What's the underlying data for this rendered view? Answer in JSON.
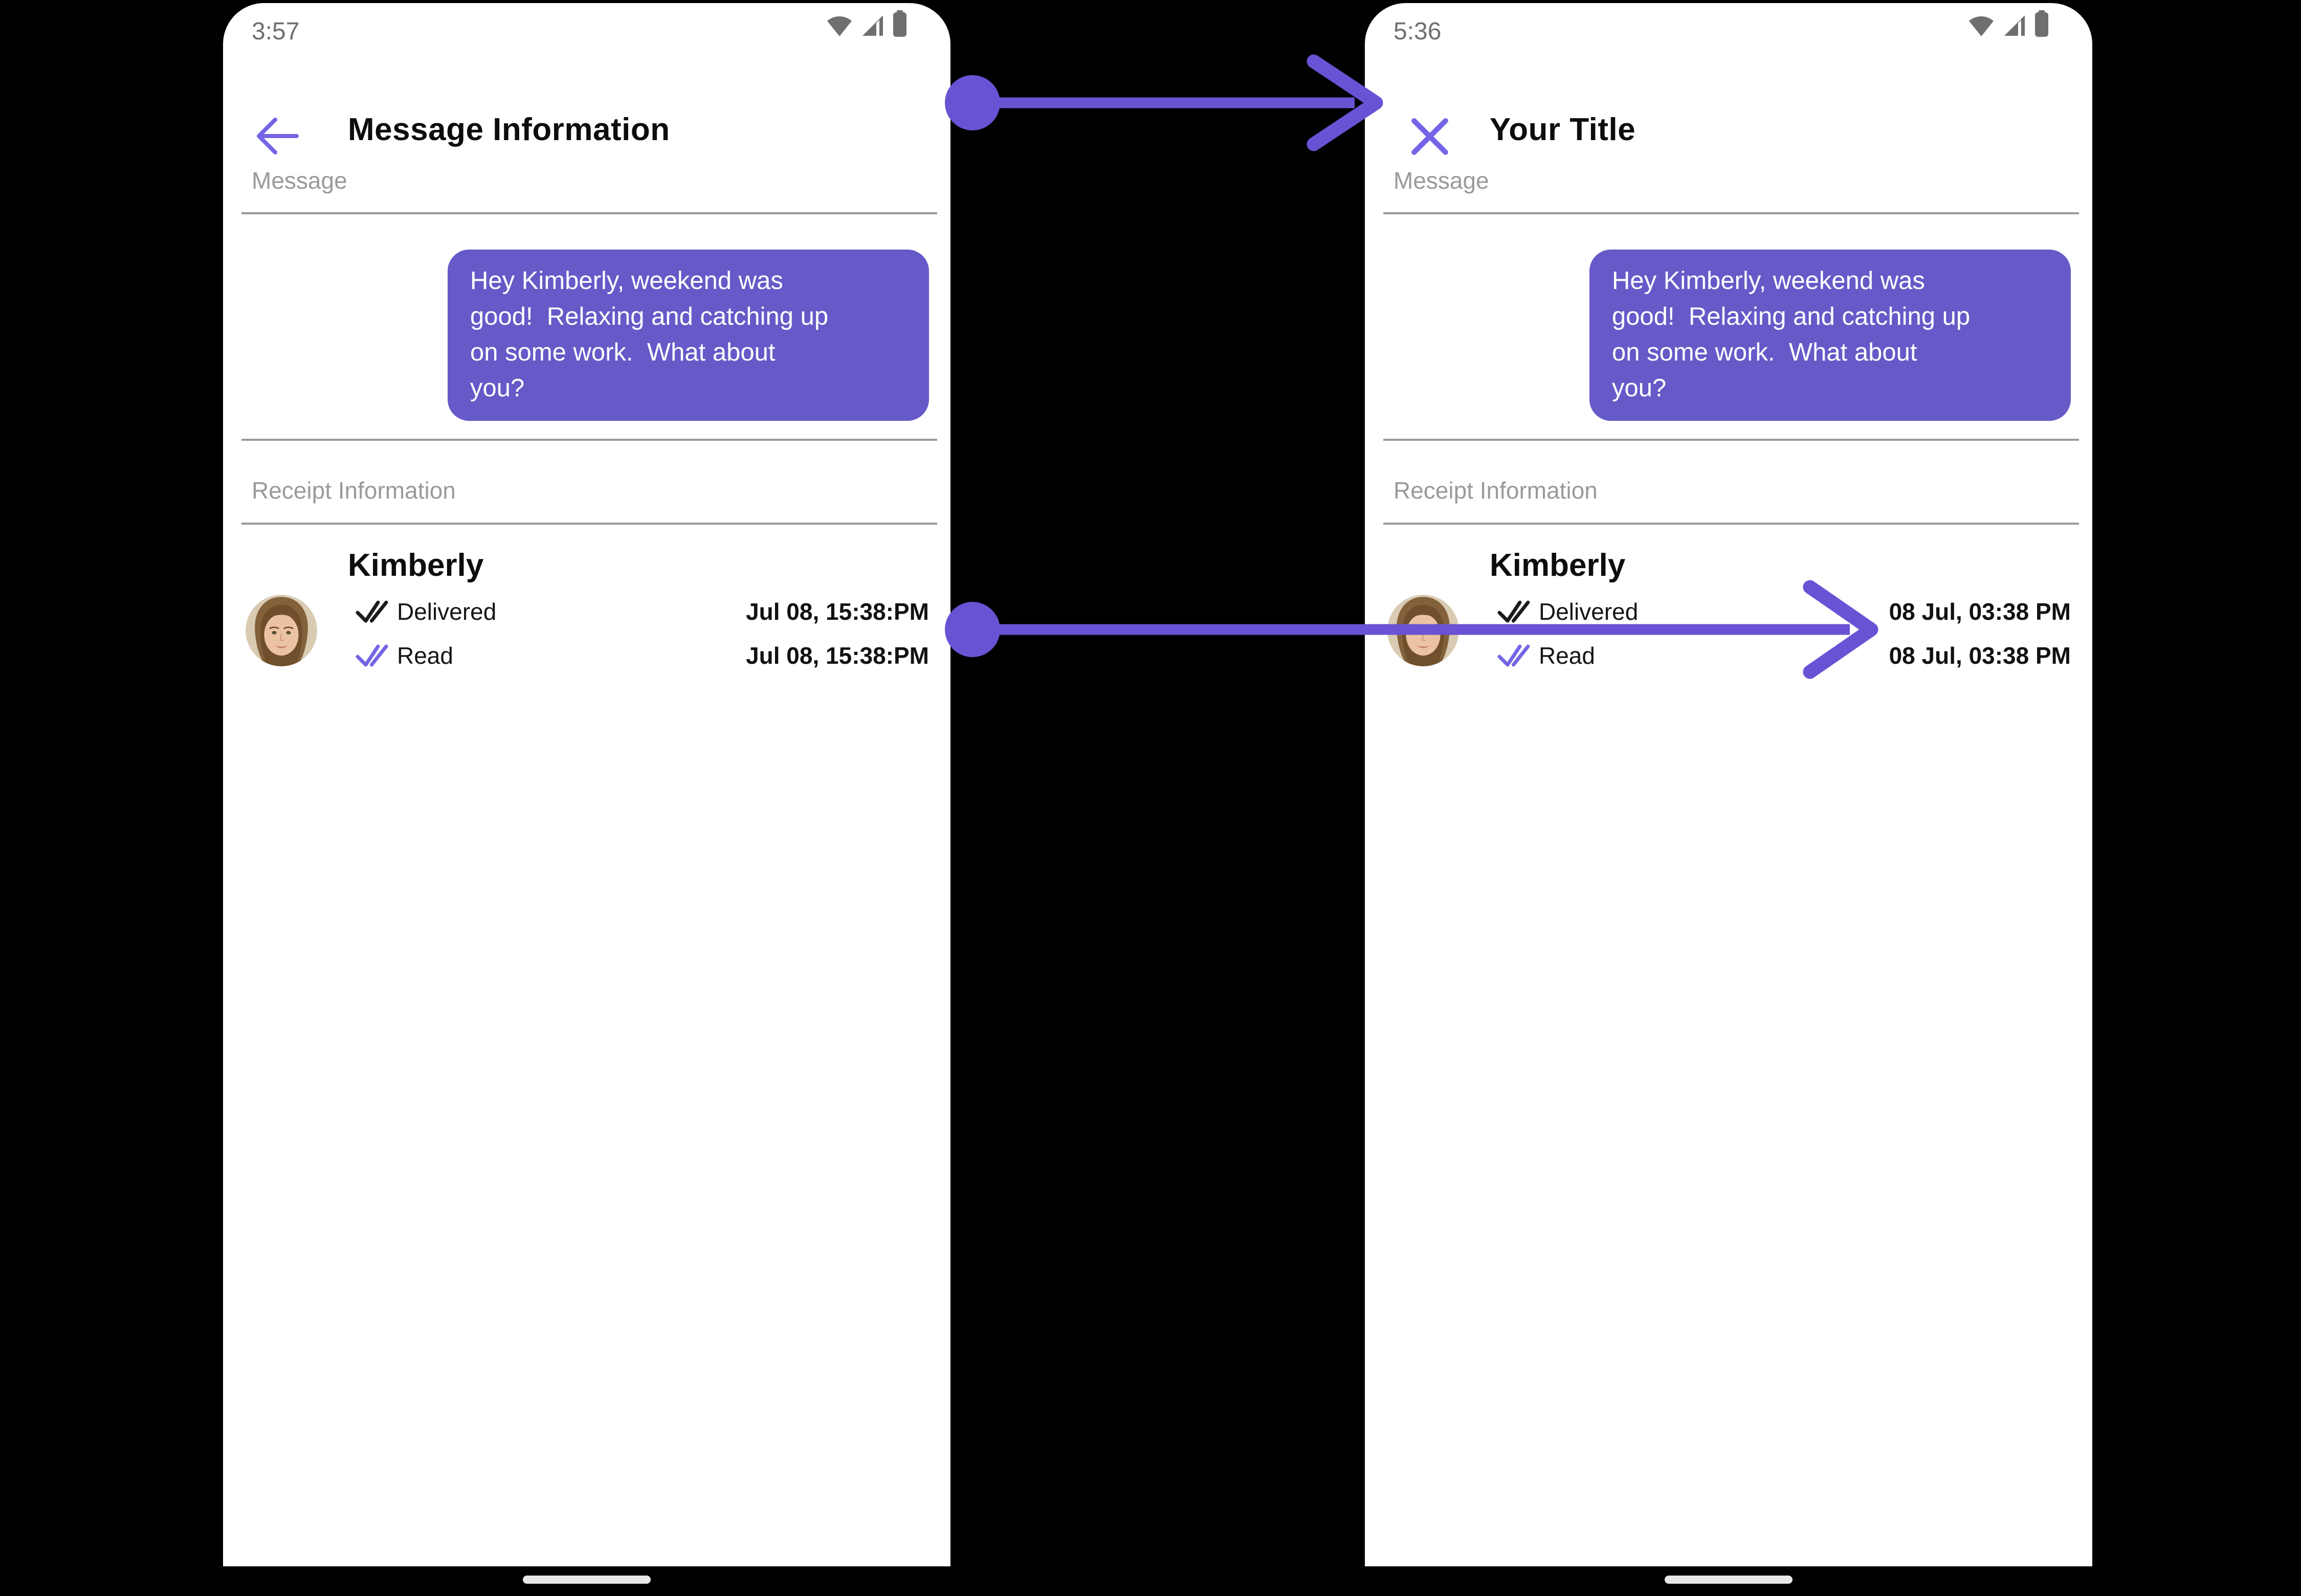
{
  "colors": {
    "accent_purple": "#7465E6",
    "bubble_purple": "#665AC8",
    "annotation_arrow_purple": "#6A52D4",
    "divider_gray": "#9A9A9A",
    "label_gray": "#9A9A9A",
    "status_gray": "#6F6F6F",
    "text_black": "#0D0D0D",
    "screen_white": "#FFFFFF",
    "background_black": "#000000",
    "home_pill_gray": "#E7E7E7"
  },
  "icons": {
    "back": "back-arrow-icon",
    "close": "close-icon",
    "wifi": "wifi-icon",
    "cellular": "cellular-signal-icon",
    "battery": "battery-icon",
    "delivered": "double-check-icon",
    "read": "double-check-icon",
    "home": "home-indicator"
  },
  "annotation": {
    "arrows": [
      "title-change-arrow",
      "timestamp-format-arrow"
    ]
  },
  "left_phone": {
    "status_time": "3:57",
    "nav_title": "Message Information",
    "message_section_label": "Message",
    "bubble_lines": [
      "Hey Kimberly, weekend was",
      "good!  Relaxing and catching up",
      "on some work.  What about",
      "you?"
    ],
    "receipt_section_label": "Receipt Information",
    "contact_name": "Kimberly",
    "receipts": [
      {
        "status": "Delivered",
        "timestamp": "Jul 08, 15:38:PM"
      },
      {
        "status": "Read",
        "timestamp": "Jul 08, 15:38:PM"
      }
    ]
  },
  "right_phone": {
    "status_time": "5:36",
    "nav_title": "Your Title",
    "message_section_label": "Message",
    "bubble_lines": [
      "Hey Kimberly, weekend was",
      "good!  Relaxing and catching up",
      "on some work.  What about",
      "you?"
    ],
    "receipt_section_label": "Receipt Information",
    "contact_name": "Kimberly",
    "receipts": [
      {
        "status": "Delivered",
        "timestamp": "08 Jul, 03:38 PM"
      },
      {
        "status": "Read",
        "timestamp": "08 Jul, 03:38 PM"
      }
    ]
  }
}
